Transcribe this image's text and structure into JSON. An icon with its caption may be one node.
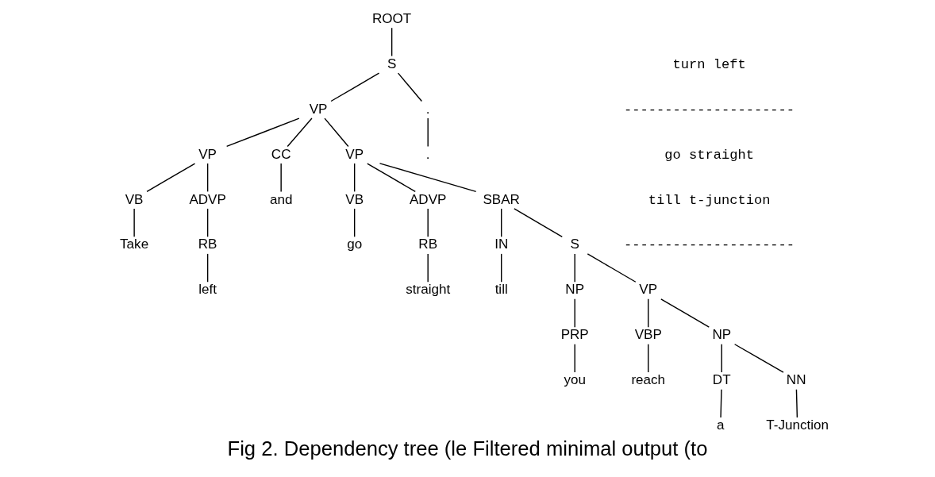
{
  "diagram": {
    "caption": "Fig 2. Dependency tree (le Filtered minimal output (to",
    "nodes": [
      {
        "text": [
          "ROOT"
        ]
      },
      {
        "text": [
          "S"
        ]
      },
      {
        "text": [
          "VP"
        ]
      },
      {
        "text": [
          "."
        ]
      },
      {
        "text": [
          "VP"
        ]
      },
      {
        "text": [
          "CC"
        ]
      },
      {
        "text": [
          "VP"
        ]
      },
      {
        "text": [
          "."
        ]
      },
      {
        "text": [
          "VB"
        ]
      },
      {
        "text": [
          "ADVP"
        ]
      },
      {
        "text": [
          "and"
        ]
      },
      {
        "text": [
          "VB"
        ]
      },
      {
        "text": [
          "ADVP"
        ]
      },
      {
        "text": [
          "SBAR"
        ]
      },
      {
        "text": [
          "Take"
        ]
      },
      {
        "text": [
          "RB"
        ]
      },
      {
        "text": [
          "go"
        ]
      },
      {
        "text": [
          "RB"
        ]
      },
      {
        "text": [
          "IN"
        ]
      },
      {
        "text": [
          "S"
        ]
      },
      {
        "text": [
          "left"
        ]
      },
      {
        "text": [
          "straight"
        ]
      },
      {
        "text": [
          "till"
        ]
      },
      {
        "text": [
          "NP"
        ]
      },
      {
        "text": [
          "VP"
        ]
      },
      {
        "text": [
          "PRP"
        ]
      },
      {
        "text": [
          "VBP"
        ]
      },
      {
        "text": [
          "NP"
        ]
      },
      {
        "text": [
          "you"
        ]
      },
      {
        "text": [
          "reach"
        ]
      },
      {
        "text": [
          "DT"
        ]
      },
      {
        "text": [
          "NN"
        ]
      },
      {
        "text": [
          "a"
        ]
      },
      {
        "text": [
          "T-Junction"
        ]
      }
    ],
    "edges": [
      {
        "from": 0,
        "to": 1,
        "arrow": "none"
      },
      {
        "from": 1,
        "to": 2,
        "arrow": "none"
      },
      {
        "from": 1,
        "to": 3,
        "arrow": "none"
      },
      {
        "from": 2,
        "to": 4,
        "arrow": "none"
      },
      {
        "from": 2,
        "to": 5,
        "arrow": "none"
      },
      {
        "from": 2,
        "to": 6,
        "arrow": "none"
      },
      {
        "from": 3,
        "to": 7,
        "arrow": "none"
      },
      {
        "from": 4,
        "to": 8,
        "arrow": "none"
      },
      {
        "from": 4,
        "to": 9,
        "arrow": "none"
      },
      {
        "from": 5,
        "to": 10,
        "arrow": "none"
      },
      {
        "from": 6,
        "to": 11,
        "arrow": "none"
      },
      {
        "from": 6,
        "to": 12,
        "arrow": "none"
      },
      {
        "from": 6,
        "to": 13,
        "arrow": "none"
      },
      {
        "from": 8,
        "to": 14,
        "arrow": "none"
      },
      {
        "from": 9,
        "to": 15,
        "arrow": "none"
      },
      {
        "from": 11,
        "to": 16,
        "arrow": "none"
      },
      {
        "from": 12,
        "to": 17,
        "arrow": "none"
      },
      {
        "from": 13,
        "to": 18,
        "arrow": "none"
      },
      {
        "from": 13,
        "to": 19,
        "arrow": "none"
      },
      {
        "from": 15,
        "to": 20,
        "arrow": "none"
      },
      {
        "from": 17,
        "to": 21,
        "arrow": "none"
      },
      {
        "from": 18,
        "to": 22,
        "arrow": "none"
      },
      {
        "from": 19,
        "to": 23,
        "arrow": "none"
      },
      {
        "from": 19,
        "to": 24,
        "arrow": "none"
      },
      {
        "from": 23,
        "to": 25,
        "arrow": "none"
      },
      {
        "from": 24,
        "to": 26,
        "arrow": "none"
      },
      {
        "from": 24,
        "to": 27,
        "arrow": "none"
      },
      {
        "from": 25,
        "to": 28,
        "arrow": "none"
      },
      {
        "from": 26,
        "to": 29,
        "arrow": "none"
      },
      {
        "from": 27,
        "to": 30,
        "arrow": "none"
      },
      {
        "from": 27,
        "to": 31,
        "arrow": "none"
      },
      {
        "from": 30,
        "to": 32,
        "arrow": "none"
      },
      {
        "from": 31,
        "to": 33,
        "arrow": "none"
      }
    ],
    "labels": [
      "turn left",
      "---------------------",
      "go straight",
      "till t-junction",
      "---------------------"
    ]
  }
}
